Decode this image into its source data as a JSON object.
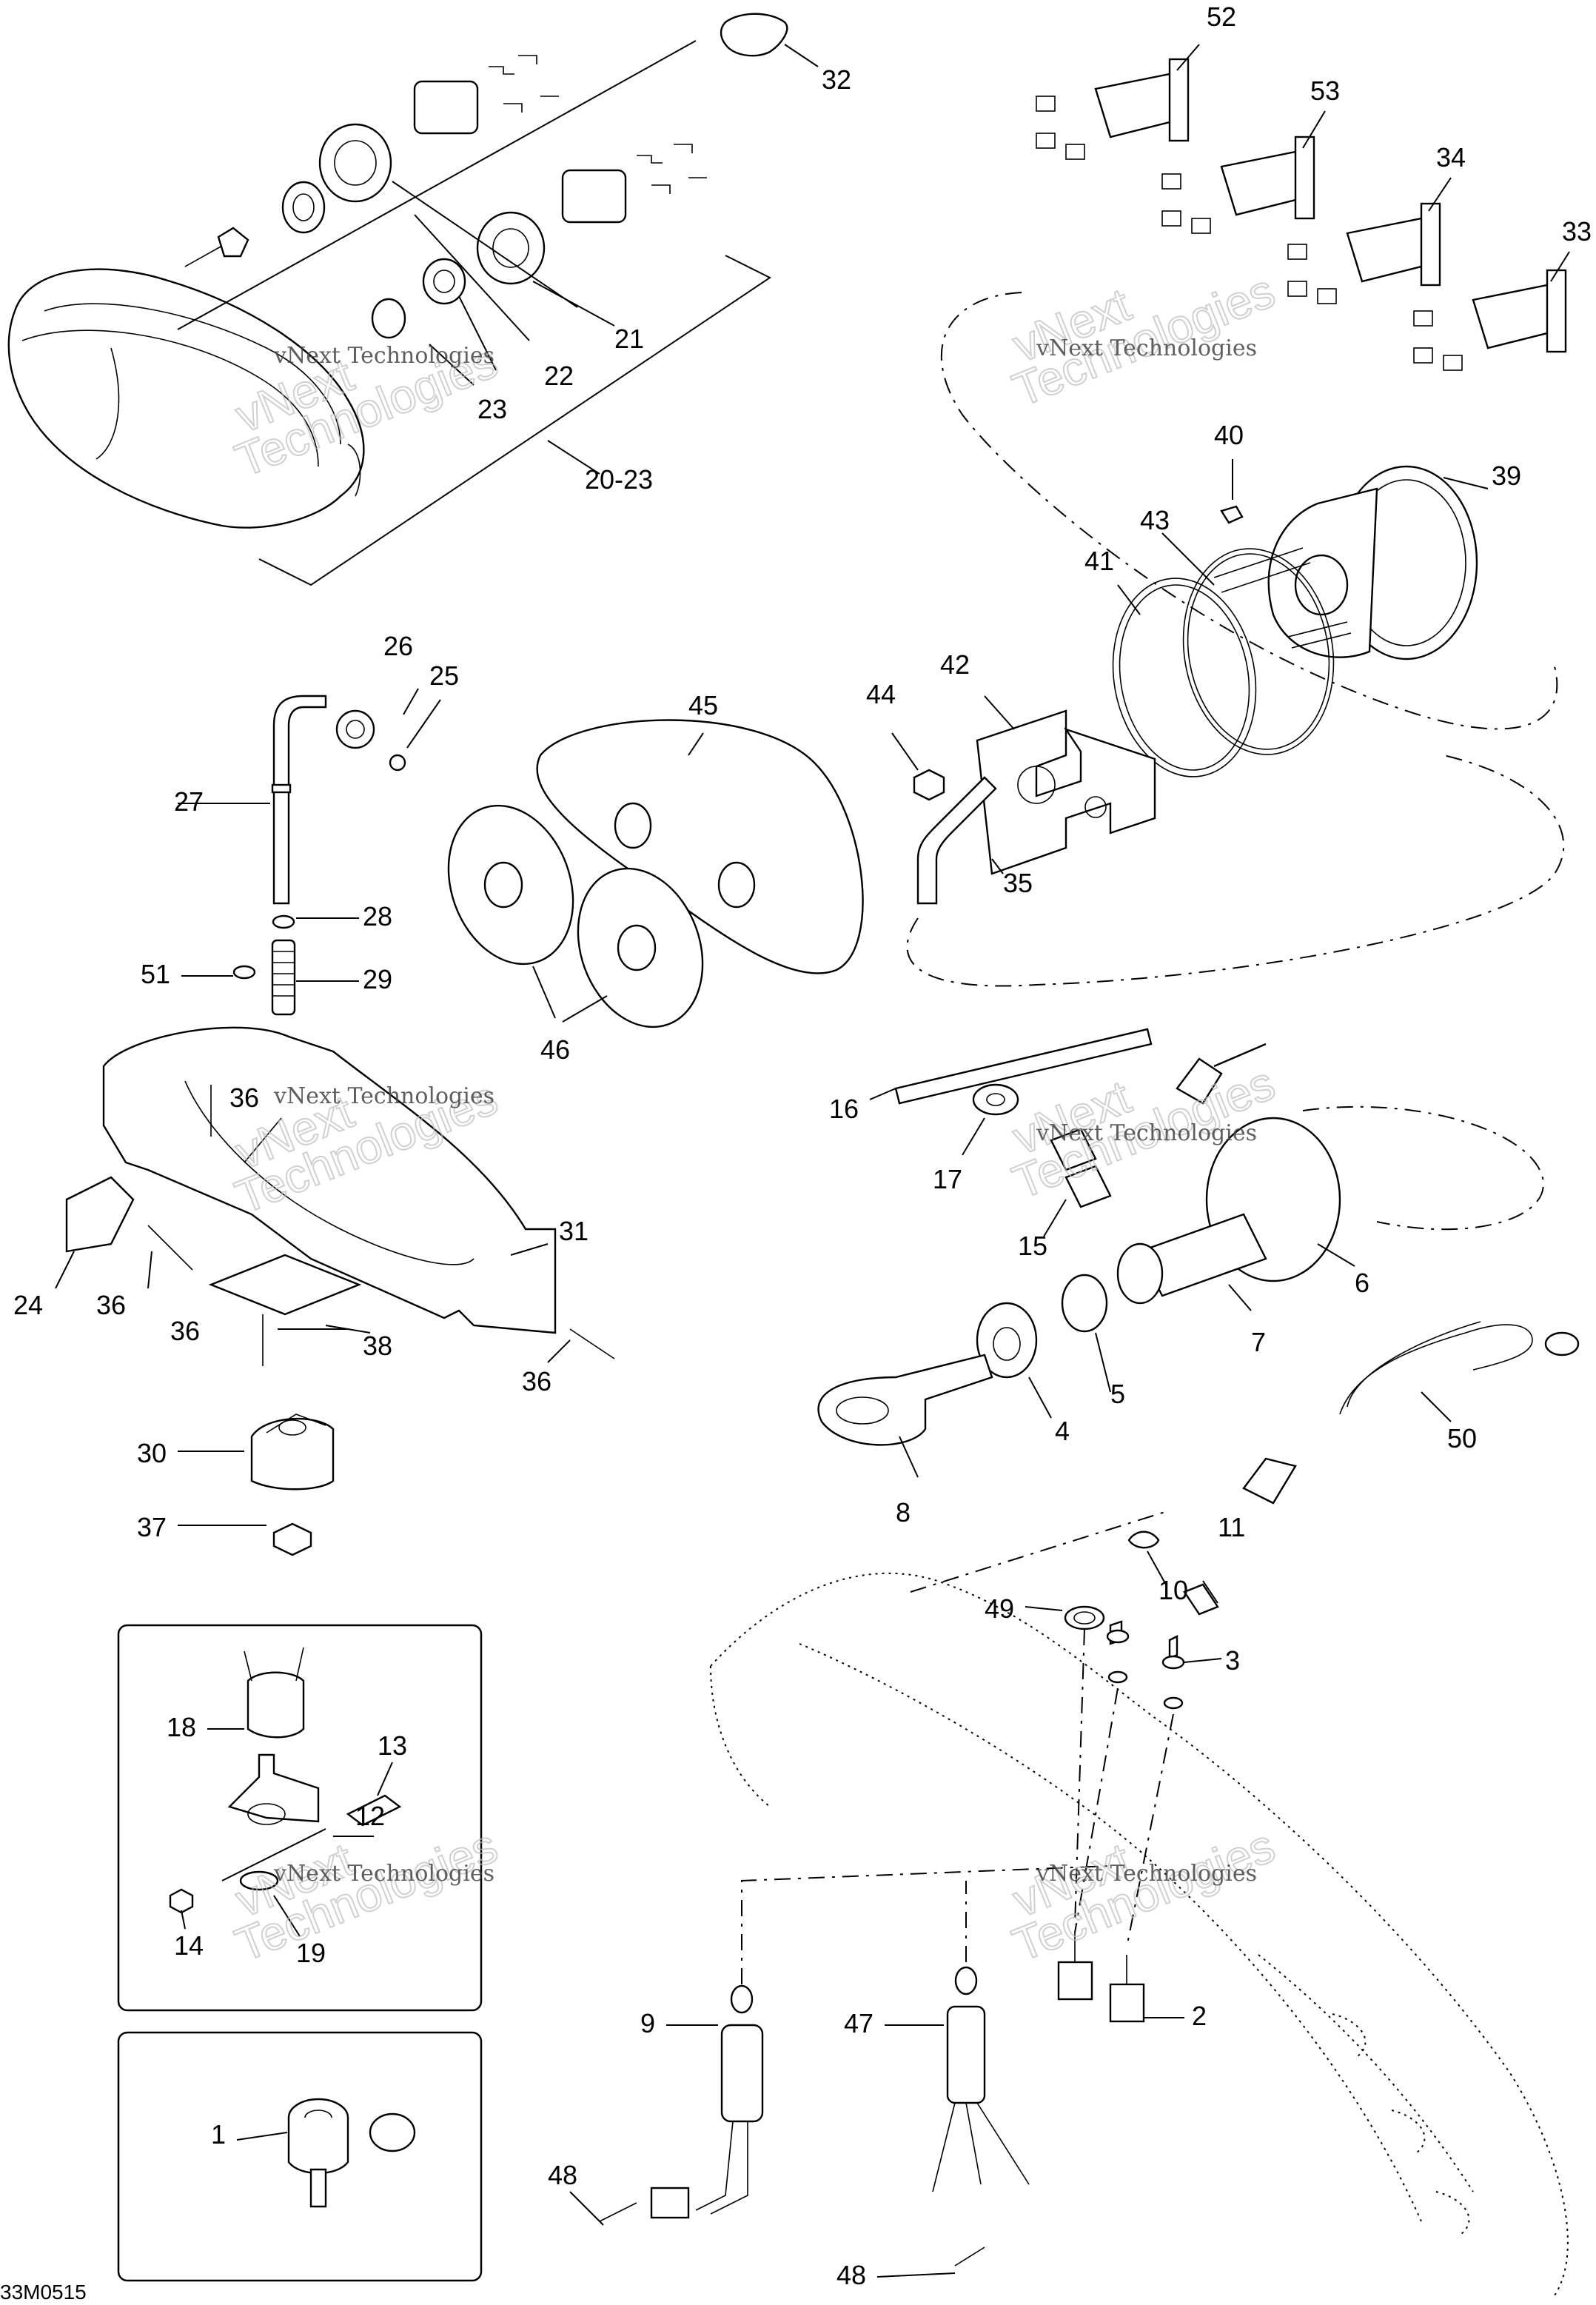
{
  "diagram": {
    "watermark": "vNext Technologies",
    "drawing_code": "33M0515",
    "callouts": [
      {
        "id": "c1",
        "label": "1"
      },
      {
        "id": "c2",
        "label": "2"
      },
      {
        "id": "c3",
        "label": "3"
      },
      {
        "id": "c4",
        "label": "4"
      },
      {
        "id": "c5",
        "label": "5"
      },
      {
        "id": "c6",
        "label": "6"
      },
      {
        "id": "c7",
        "label": "7"
      },
      {
        "id": "c8",
        "label": "8"
      },
      {
        "id": "c9",
        "label": "9"
      },
      {
        "id": "c10",
        "label": "10"
      },
      {
        "id": "c11",
        "label": "11"
      },
      {
        "id": "c12",
        "label": "12"
      },
      {
        "id": "c13",
        "label": "13"
      },
      {
        "id": "c14",
        "label": "14"
      },
      {
        "id": "c15",
        "label": "15"
      },
      {
        "id": "c16",
        "label": "16"
      },
      {
        "id": "c17",
        "label": "17"
      },
      {
        "id": "c18",
        "label": "18"
      },
      {
        "id": "c19",
        "label": "19"
      },
      {
        "id": "c20_23",
        "label": "20-23"
      },
      {
        "id": "c21",
        "label": "21"
      },
      {
        "id": "c22",
        "label": "22"
      },
      {
        "id": "c23",
        "label": "23"
      },
      {
        "id": "c24",
        "label": "24"
      },
      {
        "id": "c25",
        "label": "25"
      },
      {
        "id": "c26",
        "label": "26"
      },
      {
        "id": "c27",
        "label": "27"
      },
      {
        "id": "c28",
        "label": "28"
      },
      {
        "id": "c29",
        "label": "29"
      },
      {
        "id": "c30",
        "label": "30"
      },
      {
        "id": "c31",
        "label": "31"
      },
      {
        "id": "c32",
        "label": "32"
      },
      {
        "id": "c33",
        "label": "33"
      },
      {
        "id": "c34",
        "label": "34"
      },
      {
        "id": "c35",
        "label": "35"
      },
      {
        "id": "c36a",
        "label": "36"
      },
      {
        "id": "c36b",
        "label": "36"
      },
      {
        "id": "c36c",
        "label": "36"
      },
      {
        "id": "c36d",
        "label": "36"
      },
      {
        "id": "c37",
        "label": "37"
      },
      {
        "id": "c38",
        "label": "38"
      },
      {
        "id": "c39",
        "label": "39"
      },
      {
        "id": "c40",
        "label": "40"
      },
      {
        "id": "c41",
        "label": "41"
      },
      {
        "id": "c42",
        "label": "42"
      },
      {
        "id": "c43",
        "label": "43"
      },
      {
        "id": "c44",
        "label": "44"
      },
      {
        "id": "c45",
        "label": "45"
      },
      {
        "id": "c46",
        "label": "46"
      },
      {
        "id": "c47",
        "label": "47"
      },
      {
        "id": "c48a",
        "label": "48"
      },
      {
        "id": "c48b",
        "label": "48"
      },
      {
        "id": "c49",
        "label": "49"
      },
      {
        "id": "c50",
        "label": "50"
      },
      {
        "id": "c51",
        "label": "51"
      },
      {
        "id": "c52",
        "label": "52"
      },
      {
        "id": "c53",
        "label": "53"
      }
    ]
  }
}
